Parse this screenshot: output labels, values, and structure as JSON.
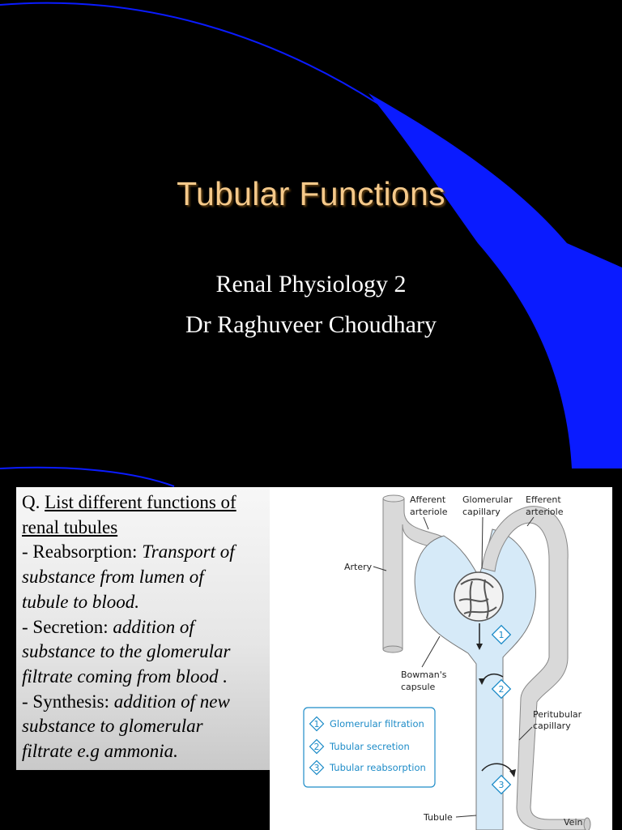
{
  "slide": {
    "title": "Tubular Functions",
    "subtitle_line1": "Renal Physiology 2",
    "subtitle_line2": "Dr Raghuveer Choudhary",
    "colors": {
      "background": "#000000",
      "accent": "#0a1bff",
      "title": "#F5C98A"
    }
  },
  "question": {
    "prefix": "Q. ",
    "heading_part1": "List different functions of",
    "heading_part2": "renal tubules",
    "item1_label": "- Reabsorption: ",
    "item1_text_a": "Transport of",
    "item1_text_b": "substance from lumen of",
    "item1_text_c": "tubule to blood.",
    "item2_label": "- Secretion: ",
    "item2_text_a": "addition of",
    "item2_text_b": "substance to the glomerular",
    "item2_text_c": "filtrate coming from blood .",
    "item3_label": "- Synthesis: ",
    "item3_text_a": "addition of new",
    "item3_text_b": "substance to glomerular",
    "item3_text_c": "filtrate e.g ammonia."
  },
  "diagram": {
    "label_afferent_1": "Afferent",
    "label_afferent_2": "arteriole",
    "label_glomerular_1": "Glomerular",
    "label_glomerular_2": "capillary",
    "label_efferent_1": "Efferent",
    "label_efferent_2": "arteriole",
    "label_artery": "Artery",
    "label_bowmans_1": "Bowman's",
    "label_bowmans_2": "capsule",
    "label_peritubular_1": "Peritubular",
    "label_peritubular_2": "capillary",
    "label_tubule": "Tubule",
    "label_vein": "Vein",
    "step1": "1",
    "step2": "2",
    "step3": "3",
    "legend": [
      {
        "num": "1",
        "text": "Glomerular filtration"
      },
      {
        "num": "2",
        "text": "Tubular secretion"
      },
      {
        "num": "3",
        "text": "Tubular reabsorption"
      }
    ]
  }
}
